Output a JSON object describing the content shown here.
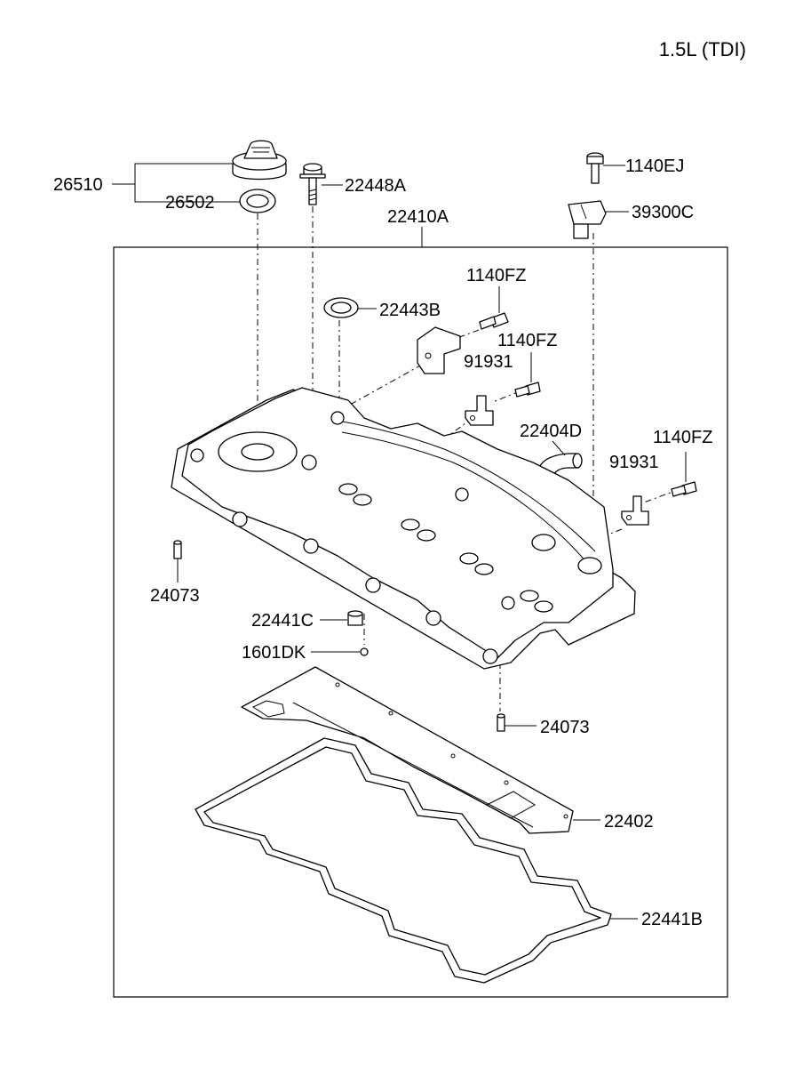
{
  "title": "1.5L (TDI)",
  "parts": {
    "p26510": "26510",
    "p26502": "26502",
    "p22448A": "22448A",
    "p22410A": "22410A",
    "p1140EJ": "1140EJ",
    "p39300C": "39300C",
    "p1140FZ_a": "1140FZ",
    "p22443B": "22443B",
    "p1140FZ_b": "1140FZ",
    "p91931_a": "91931",
    "p22404D": "22404D",
    "p1140FZ_c": "1140FZ",
    "p91931_b": "91931",
    "p24073_a": "24073",
    "p22441C": "22441C",
    "p1601DK": "1601DK",
    "p24073_b": "24073",
    "p22402": "22402",
    "p22441B": "22441B"
  },
  "icons": {
    "oil_cap": "oil-filler-cap-icon",
    "cover": "rocker-cover-icon",
    "gasket": "cover-gasket-icon"
  }
}
